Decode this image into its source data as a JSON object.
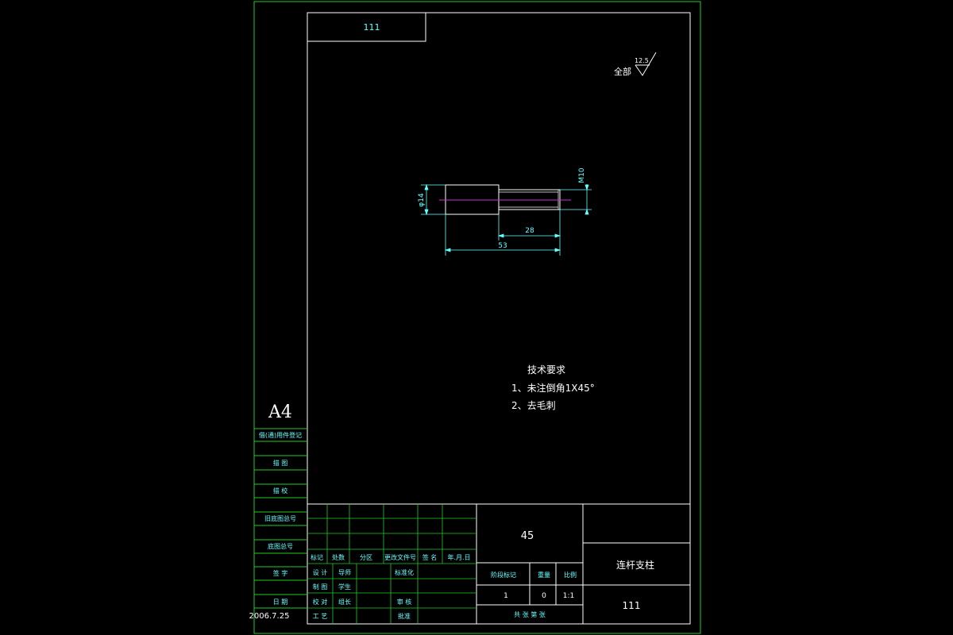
{
  "drawing": {
    "corner_code": "111",
    "surface_roughness": {
      "label": "全部",
      "value": "12.5"
    },
    "dimensions": {
      "diameter": "φ14",
      "thread": "M10",
      "length_inner": "28",
      "length_total": "53"
    },
    "tech_requirements": {
      "title": "技术要求",
      "items": [
        "1、未注倒角1X45°",
        "2、去毛刺"
      ]
    },
    "sheet_size": "A4",
    "date": "2006.7.25"
  },
  "left_column": {
    "labels": [
      "借(通)用件登记",
      "描 图",
      "描 校",
      "旧底图总号",
      "底图总号",
      "签 字",
      "日 期"
    ]
  },
  "title_block": {
    "material": "45",
    "part_name": "连杆支柱",
    "drawing_number": "111",
    "header_labels": [
      "标记",
      "处数",
      "分区",
      "更改文件号",
      "签 名",
      "年.月.日"
    ],
    "rows": [
      {
        "role": "设 计",
        "name": "导师",
        "label2": "标准化"
      },
      {
        "role": "制 图",
        "name": "学生",
        "label2": ""
      },
      {
        "role": "校 对",
        "name": "组长",
        "label2": "审 核"
      },
      {
        "role": "工 艺",
        "name": "",
        "label2": "批准"
      }
    ],
    "mid_labels": [
      "阶段标记",
      "重量",
      "比例"
    ],
    "mid_values": [
      "1",
      "0",
      "1:1"
    ],
    "sheet_label": "共  张  第  张"
  }
}
